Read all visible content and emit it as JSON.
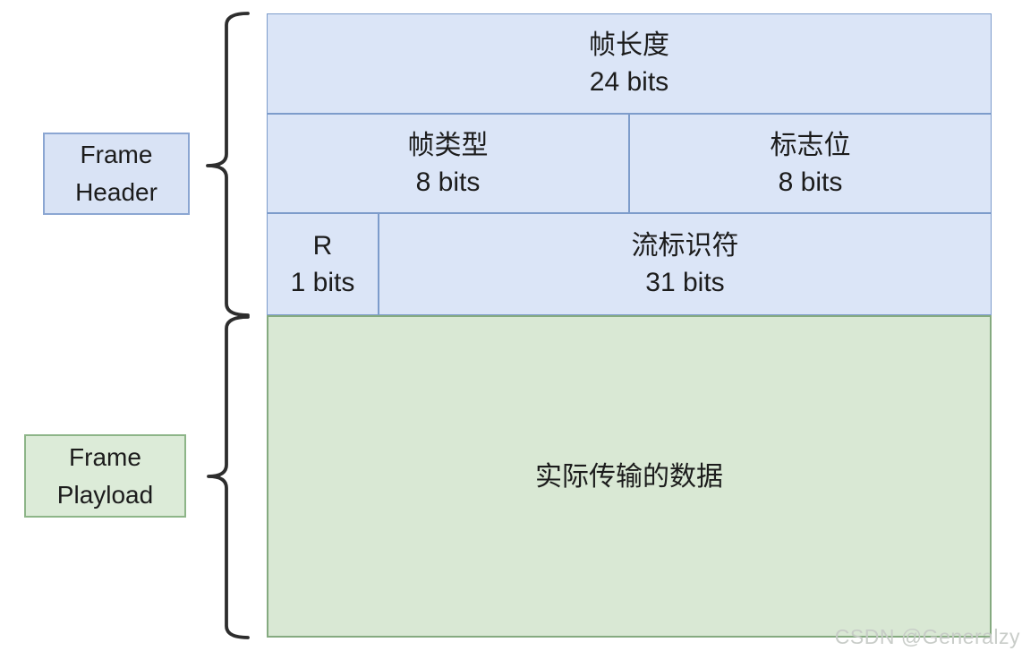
{
  "labels": {
    "header": {
      "line1": "Frame",
      "line2": "Header"
    },
    "payload": {
      "line1": "Frame",
      "line2": "Playload"
    }
  },
  "cells": {
    "frame_length": {
      "name": "帧长度",
      "bits": "24 bits"
    },
    "frame_type": {
      "name": "帧类型",
      "bits": "8 bits"
    },
    "flags": {
      "name": "标志位",
      "bits": "8 bits"
    },
    "reserved": {
      "name": "R",
      "bits": "1 bits"
    },
    "stream_id": {
      "name": "流标识符",
      "bits": "31 bits"
    },
    "payload": {
      "name": "实际传输的数据"
    }
  },
  "watermark": "CSDN @Generalzy",
  "colors": {
    "header_cell_fill": "#dbe5f7",
    "header_cell_border": "#7d9ccb",
    "payload_cell_fill": "#d9e8d4",
    "payload_cell_border": "#85aa80",
    "header_label_fill": "#d9e3f5",
    "header_label_border": "#8ba6d2",
    "payload_label_fill": "#dcebd8",
    "payload_label_border": "#8db588",
    "brace": "#2d2d2d",
    "text": "#1c1c1c",
    "watermark": "#c7cbc7"
  }
}
